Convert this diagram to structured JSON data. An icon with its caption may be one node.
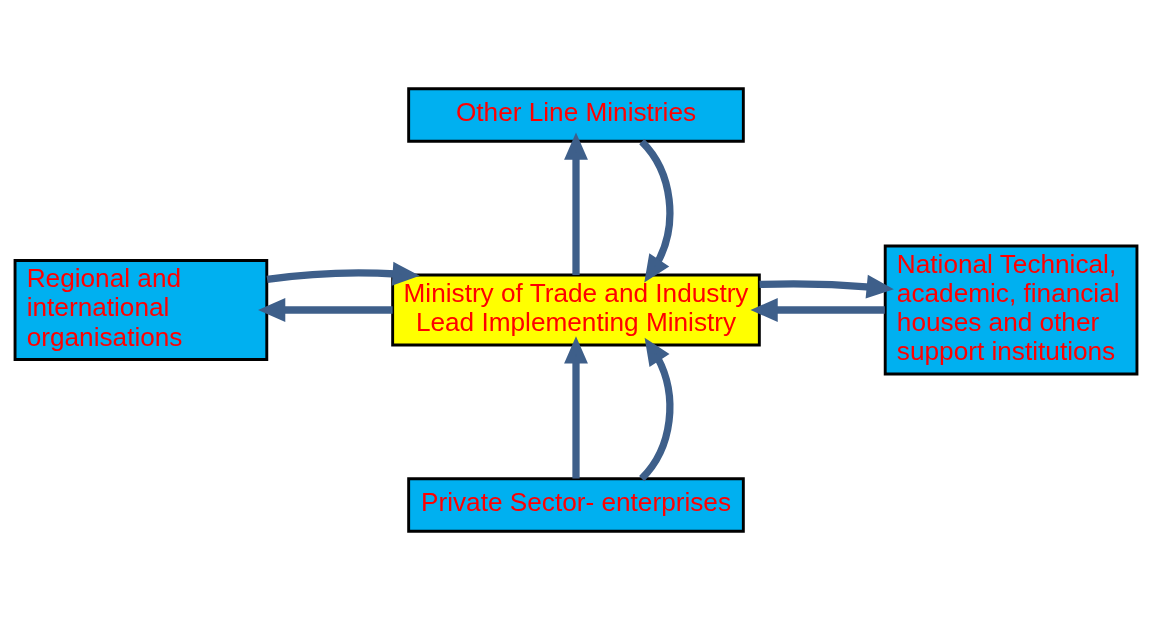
{
  "diagram": {
    "nodes": [
      {
        "text": [
          "Other Line Ministries"
        ]
      },
      {
        "text": [
          "Regional and international organisations"
        ]
      },
      {
        "text": [
          "Ministry of Trade and Industry",
          "Lead Implementing Ministry"
        ]
      },
      {
        "text": [
          "National Technical, academic, financial houses and other support institutions"
        ]
      },
      {
        "text": [
          "Private Sector- enterprises"
        ]
      }
    ],
    "edges": [
      {
        "from": 2,
        "to": 0,
        "arrow": "to"
      },
      {
        "from": 0,
        "to": 2,
        "arrow": "to"
      },
      {
        "from": 2,
        "to": 1,
        "arrow": "to"
      },
      {
        "from": 1,
        "to": 2,
        "arrow": "to"
      },
      {
        "from": 3,
        "to": 2,
        "arrow": "to"
      },
      {
        "from": 2,
        "to": 3,
        "arrow": "to"
      },
      {
        "from": 4,
        "to": 2,
        "arrow": "to"
      },
      {
        "from": 4,
        "to": 2,
        "arrow": "to"
      }
    ]
  }
}
